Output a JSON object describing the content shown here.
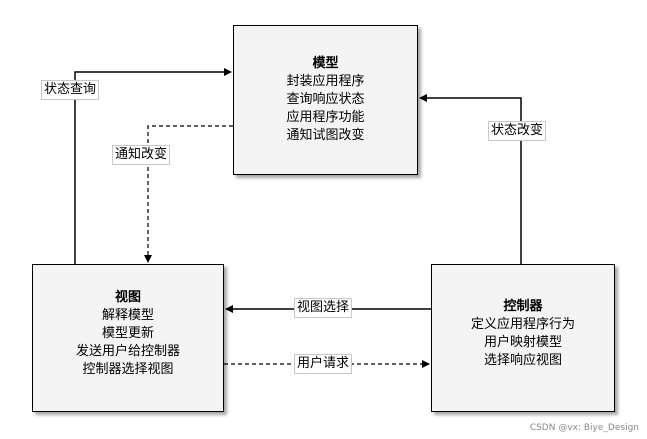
{
  "model": {
    "title": "模型",
    "lines": [
      "封装应用程序",
      "查询响应状态",
      "应用程序功能",
      "通知试图改变"
    ]
  },
  "view": {
    "title": "视图",
    "lines": [
      "解释模型",
      "模型更新",
      "发送用户给控制器",
      "控制器选择视图"
    ]
  },
  "controller": {
    "title": "控制器",
    "lines": [
      "定义应用程序行为",
      "用户映射模型",
      "选择响应视图"
    ]
  },
  "edges": {
    "status_query": "状态查询",
    "notify_change": "通知改变",
    "status_change": "状态改变",
    "view_select": "视图选择",
    "user_request": "用户请求"
  },
  "watermark": "CSDN @vx: Biye_Design"
}
